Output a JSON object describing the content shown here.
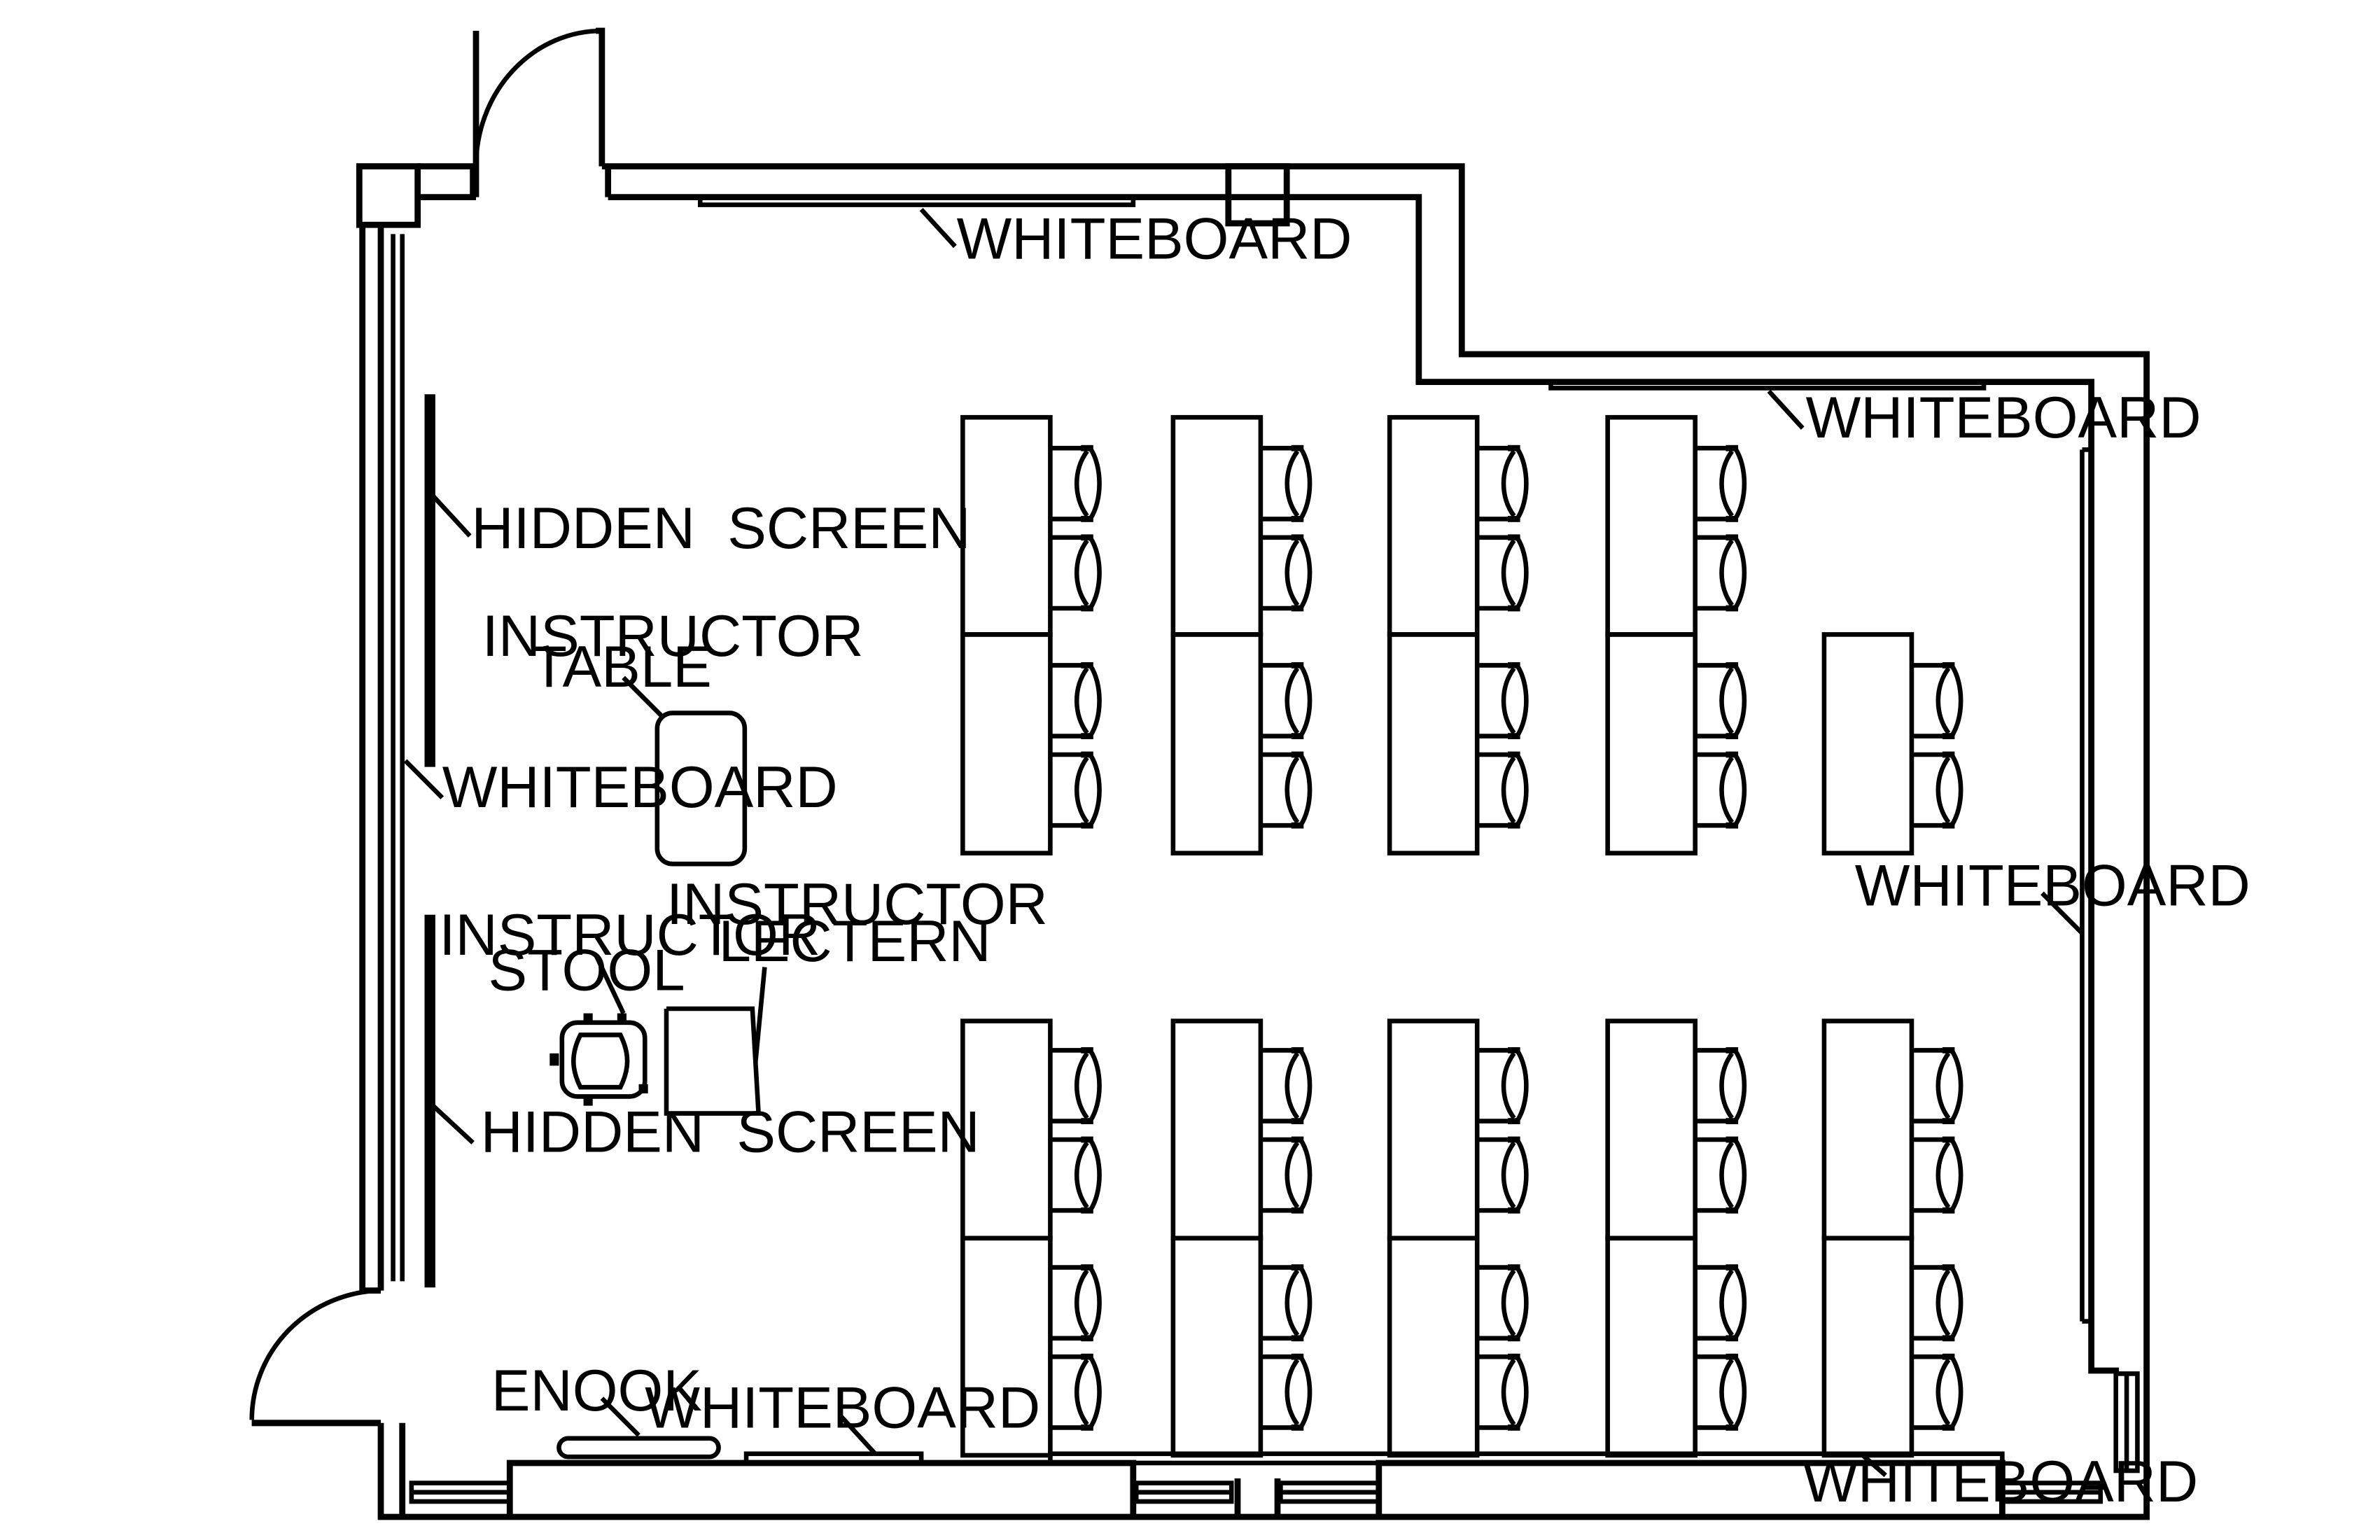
{
  "labels": {
    "hidden_screen": "HIDDEN  SCREEN",
    "instructor_table_line1": "INSTRUCTOR",
    "instructor_table_line2": "TABLE",
    "whiteboard": "WHITEBOARD",
    "instructor_lectern_line1": "INSTRUCTOR",
    "instructor_lectern_line2": "LECTERN",
    "instructor_stool_line1": "INSTRUCTOR",
    "instructor_stool_line2": "STOOL",
    "enook": "ENOOK"
  }
}
